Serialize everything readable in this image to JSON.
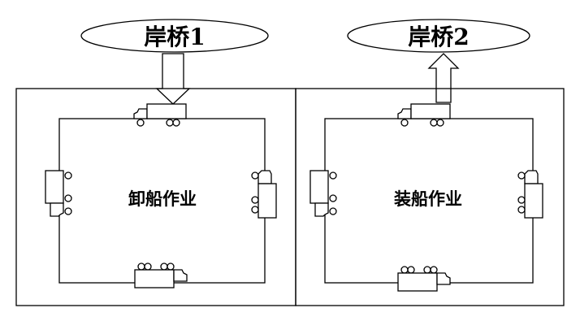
{
  "cranes": [
    {
      "label": "岸桥1",
      "direction": "down"
    },
    {
      "label": "岸桥2",
      "direction": "up"
    }
  ],
  "zones": [
    {
      "label": "卸船作业"
    },
    {
      "label": "装船作业"
    }
  ],
  "colors": {
    "line": "#000000",
    "fill": "#ffffff"
  },
  "icons": [
    "truck-icon",
    "arrow-down-icon",
    "arrow-up-icon"
  ]
}
